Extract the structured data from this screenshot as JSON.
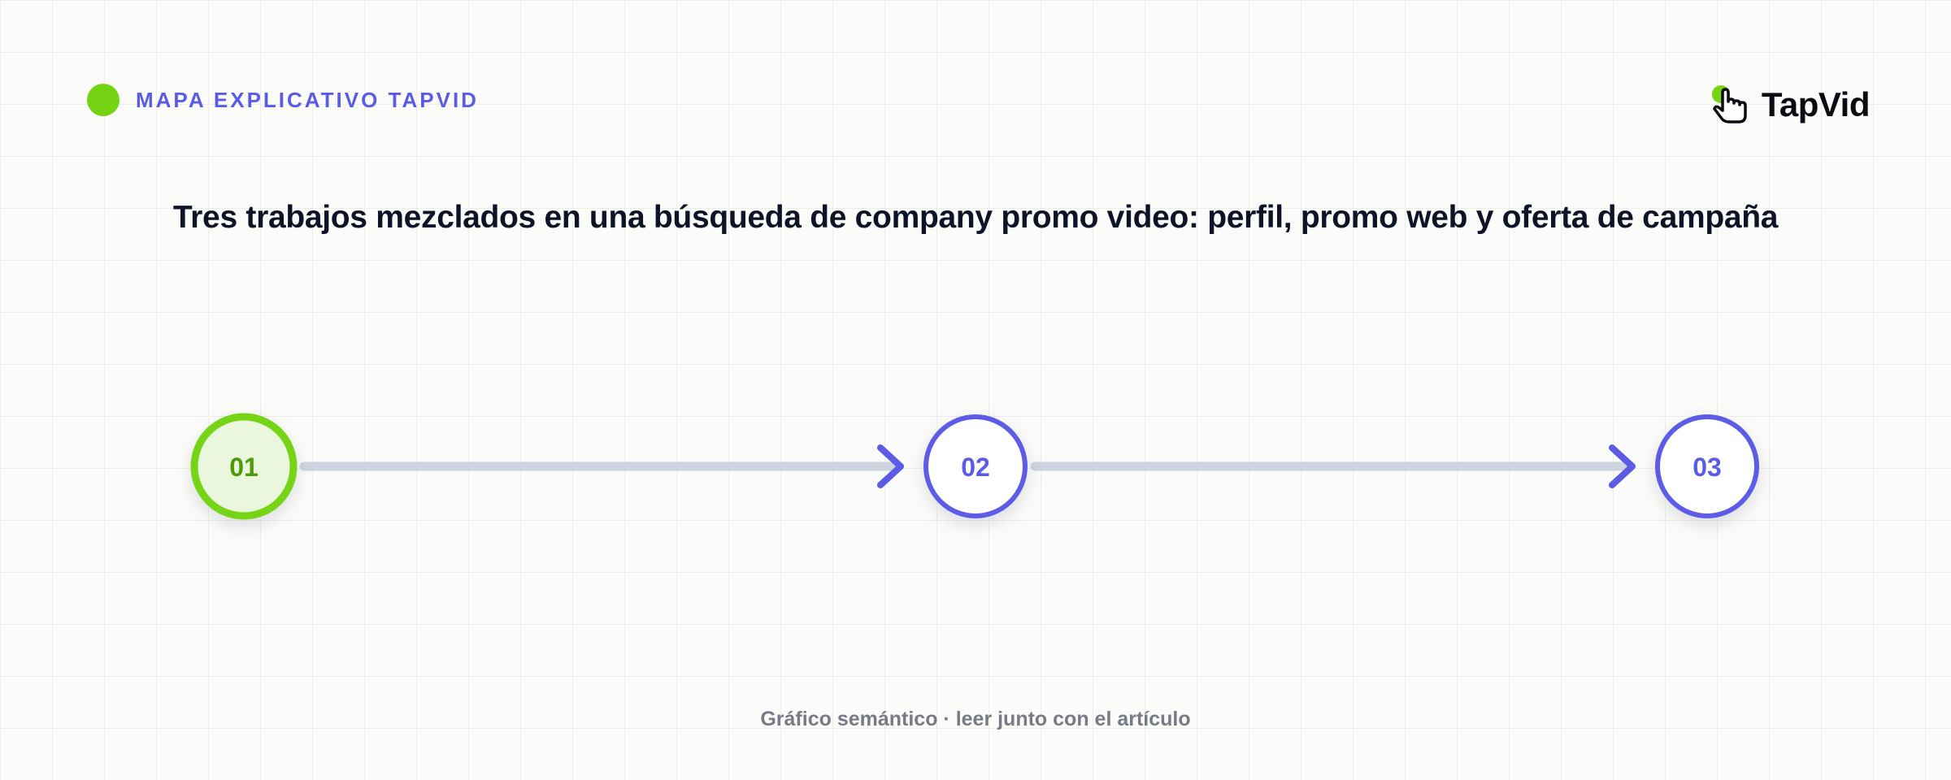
{
  "header": {
    "tag_label": "MAPA EXPLICATIVO TAPVID",
    "accent_color": "#74d413",
    "label_color": "#5b5be6"
  },
  "logo": {
    "text": "TapVid",
    "icon": "pointer-hand-icon"
  },
  "title": "Tres trabajos mezclados en una búsqueda de company promo video: perfil, promo web y oferta de campaña",
  "steps": [
    {
      "label": "01",
      "state": "active",
      "color": "#74d413"
    },
    {
      "label": "02",
      "state": "default",
      "color": "#5b5be6"
    },
    {
      "label": "03",
      "state": "default",
      "color": "#5b5be6"
    }
  ],
  "connector_color": "#cdd3df",
  "footer": "Gráfico semántico · leer junto con el artículo"
}
